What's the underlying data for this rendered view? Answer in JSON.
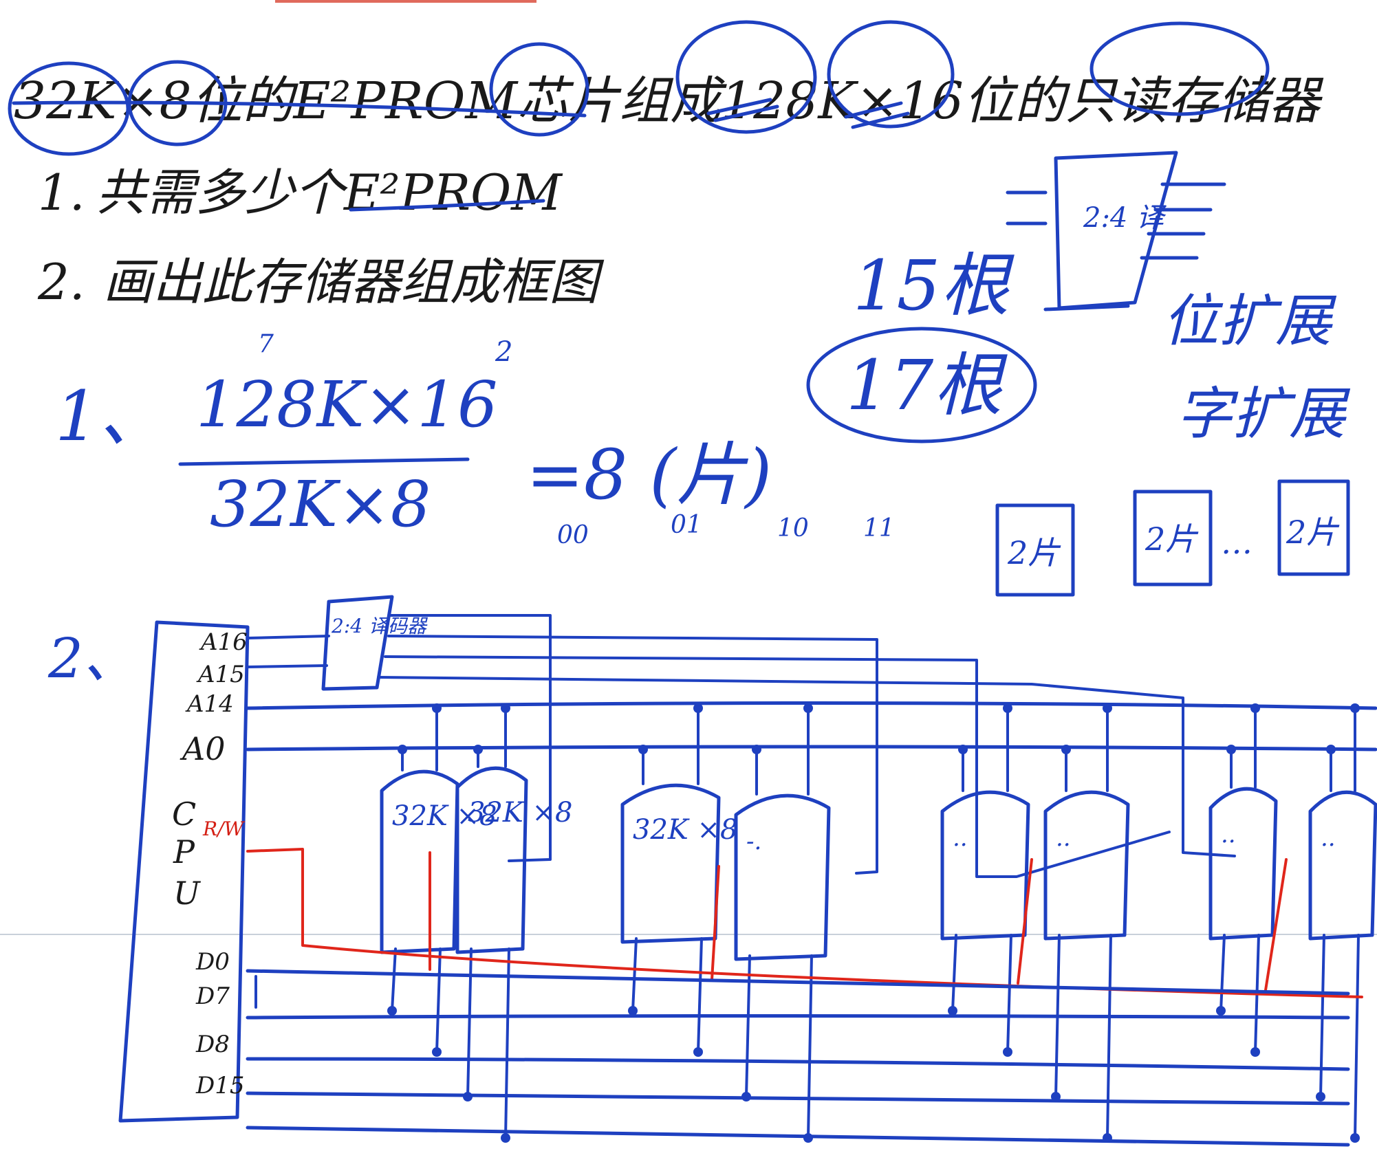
{
  "title": {
    "text": "32K×8位的E²PROM芯片组成128K×16位的只读存储器"
  },
  "questions": [
    {
      "label": "1.",
      "text": "共需多少个E²PROM"
    },
    {
      "label": "2.",
      "text": "画出此存储器组成框图"
    }
  ],
  "answer1": {
    "label": "1、",
    "numerator": "128K×16",
    "denominator": "32K×8",
    "result": "=8 (片)",
    "exponent_top": "7",
    "exponent_top2": "2",
    "selector_codes": [
      "00",
      "01",
      "10",
      "11"
    ]
  },
  "side_notes": {
    "lines15": "15根",
    "lines17": "17根",
    "decoder_small": "2:4 译",
    "bit_expand": "位扩展",
    "word_expand": "字扩展",
    "groups": [
      "2片",
      "2片",
      "…",
      "2片"
    ]
  },
  "diagram": {
    "label": "2、",
    "cpu_pins": [
      "A16",
      "A15",
      "A14",
      "A0",
      "C",
      "P",
      "U"
    ],
    "rw_label": "R/W",
    "data_pins": [
      "D0",
      "D7",
      "D8",
      "D15"
    ],
    "decoder_label": "2:4 译码器",
    "chip_labels": [
      "32K ×8",
      "32K ×8",
      "32K ×8",
      "-.",
      "..",
      "..",
      "..",
      ".."
    ],
    "colors": {
      "ink": "#1e40c0",
      "rw_wire": "#e0261b"
    }
  }
}
